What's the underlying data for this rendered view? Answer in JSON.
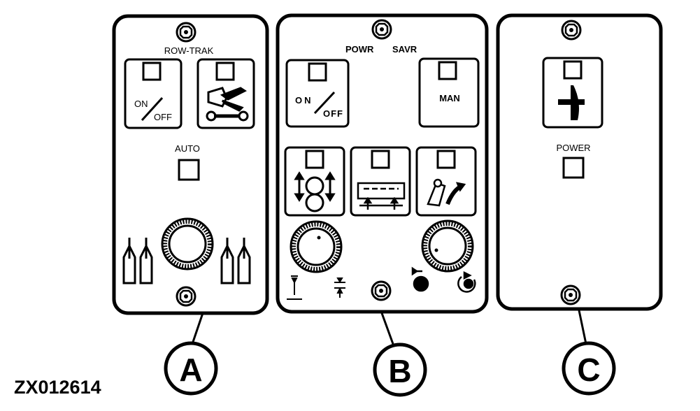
{
  "figure_id": "ZX012614",
  "panel_a": {
    "callout": "A",
    "title": "ROW-TRAK",
    "button_on_off": {
      "on": "ON",
      "off": "OFF"
    },
    "auto_label": "AUTO"
  },
  "panel_b": {
    "callout": "B",
    "title_left": "POWR",
    "title_right": "SAVR",
    "button_on_off": {
      "on": "ON",
      "off": "OFF"
    },
    "man_label": "MAN"
  },
  "panel_c": {
    "callout": "C",
    "power_label": "POWER"
  },
  "colors": {
    "ink": "#000000",
    "paper": "#ffffff"
  }
}
